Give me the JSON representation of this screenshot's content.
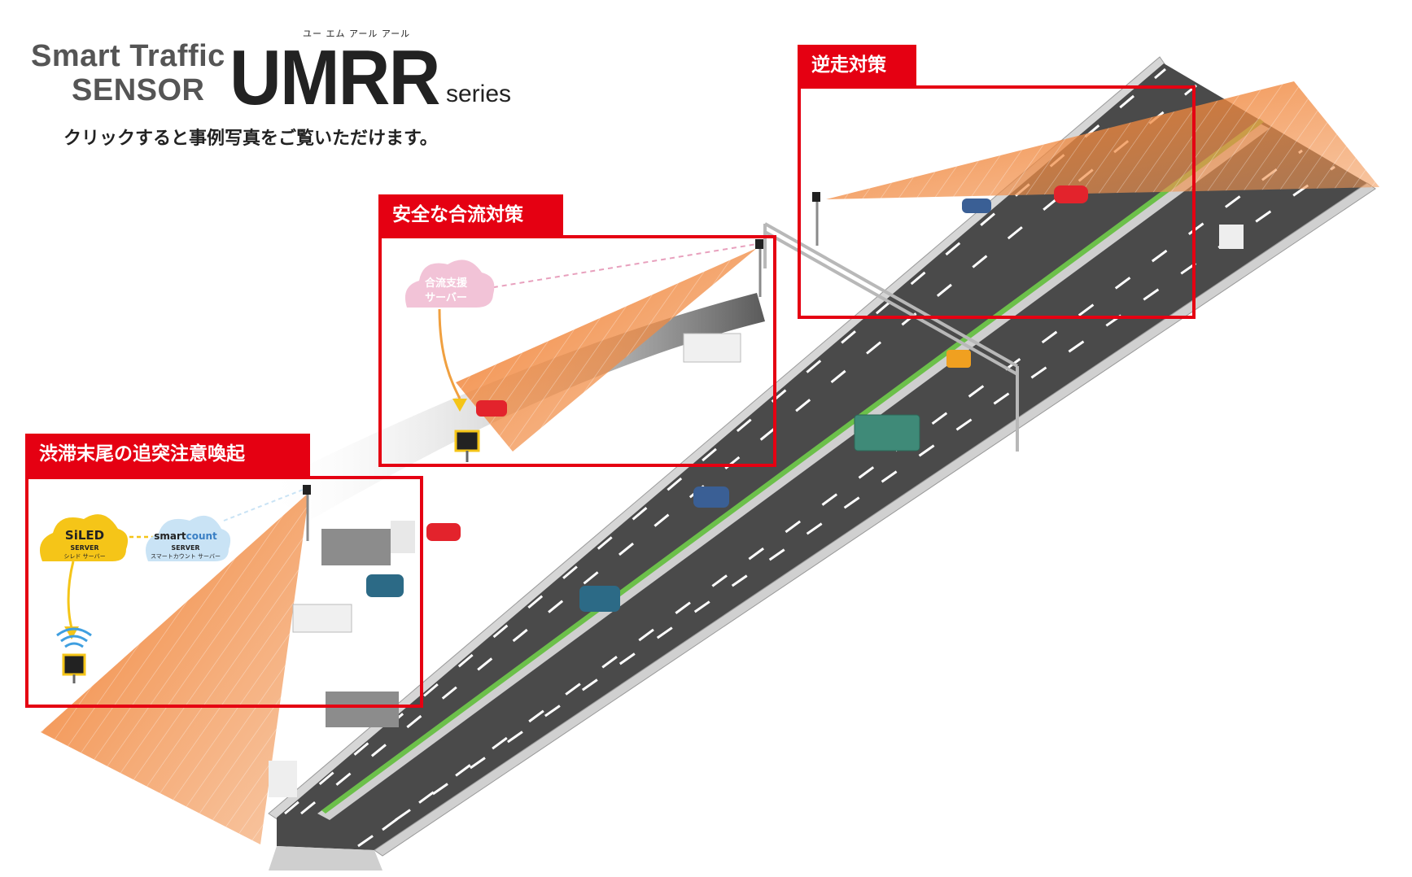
{
  "brand": {
    "line1": "Smart Traffic",
    "line2": "SENSOR",
    "product": "UMRR",
    "product_ruby": "ユー エム アール アール",
    "suffix": "series"
  },
  "subtitle": "クリックすると事例写真をご覧いただけます。",
  "cases": [
    {
      "label": "逆走対策"
    },
    {
      "label": "安全な合流対策"
    },
    {
      "label": "渋滞末尾の追突注意喚起"
    }
  ],
  "clouds": {
    "merge_server": {
      "line1": "合流支援",
      "line2": "サーバー"
    },
    "siled_server": {
      "logo": "SiLED",
      "line1": "SERVER",
      "line2": "シレド サーバー"
    },
    "smartcount_server": {
      "logo_a": "smart",
      "logo_b": "count",
      "line1": "SERVER",
      "line2": "スマートカウント サーバー"
    }
  },
  "colors": {
    "accent_red": "#e50012",
    "radar_orange": "#f07a28",
    "road_asphalt": "#4a4a4a",
    "median_green": "#6cc04a",
    "cloud_pink": "#f2c3d7",
    "cloud_yellow": "#f5c518",
    "cloud_blue": "#c9e3f5"
  }
}
